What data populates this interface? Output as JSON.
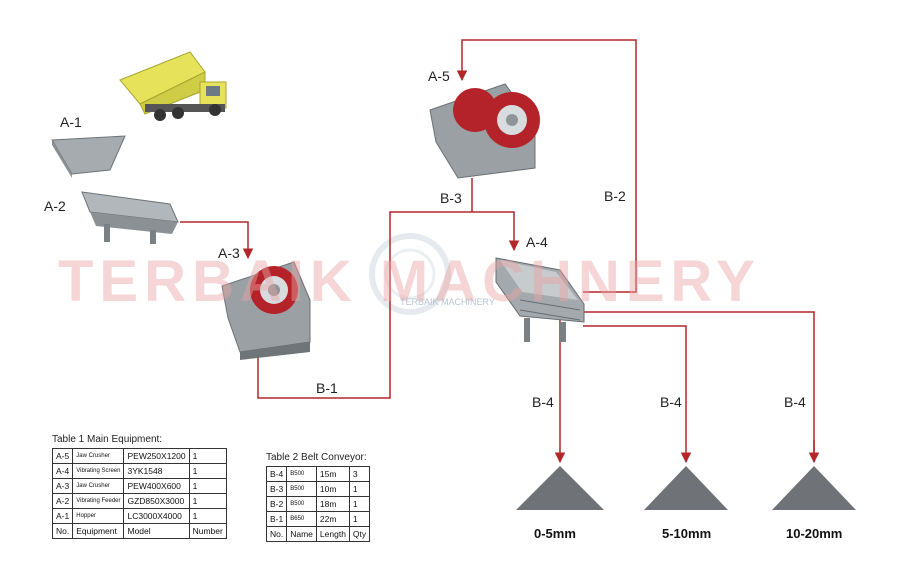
{
  "watermark": {
    "text": "TERBAIK MACHNERY",
    "sub": "TERBAIK MACHINERY"
  },
  "nodes": {
    "a1": "A-1",
    "a2": "A-2",
    "a3": "A-3",
    "a4": "A-4",
    "a5": "A-5"
  },
  "belts": {
    "b1": "B-1",
    "b2": "B-2",
    "b3": "B-3",
    "b4a": "B-4",
    "b4b": "B-4",
    "b4c": "B-4"
  },
  "outputs": [
    "0-5mm",
    "5-10mm",
    "10-20mm"
  ],
  "colors": {
    "line": "#b3272b",
    "machine": "#8f9599",
    "red": "#b5232a",
    "pile": "#6f7378",
    "truck": "#e6e35a"
  },
  "table1": {
    "caption": "Table 1 Main Equipment:",
    "rows": [
      [
        "A-5",
        "Jaw Crusher",
        "PEW250X1200",
        "1"
      ],
      [
        "A-4",
        "Vibrating Screen",
        "3YK1548",
        "1"
      ],
      [
        "A-3",
        "Jaw Crusher",
        "PEW400X600",
        "1"
      ],
      [
        "A-2",
        "Vibrating Feeder",
        "GZD850X3000",
        "1"
      ],
      [
        "A-1",
        "Hopper",
        "LC3000X4000",
        "1"
      ]
    ],
    "header": [
      "No.",
      "Equipment",
      "Model",
      "Number"
    ]
  },
  "table2": {
    "caption": "Table 2 Belt Conveyor:",
    "rows": [
      [
        "B-4",
        "B500",
        "15m",
        "3"
      ],
      [
        "B-3",
        "B500",
        "10m",
        "1"
      ],
      [
        "B-2",
        "B500",
        "18m",
        "1"
      ],
      [
        "B-1",
        "B650",
        "22m",
        "1"
      ]
    ],
    "header": [
      "No.",
      "Name",
      "Length",
      "Qty"
    ]
  }
}
